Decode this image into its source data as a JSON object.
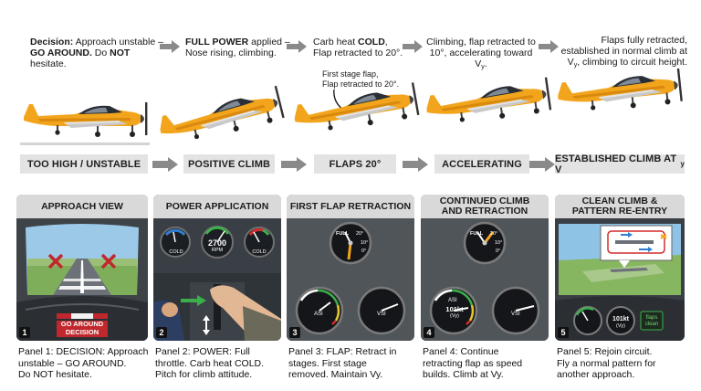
{
  "captions": {
    "c1_bold1": "Decision:",
    "c1_text1": " Approach unstable –",
    "c1_bold2": "GO AROUND.",
    "c1_text2": " Do ",
    "c1_bold3": "NOT",
    "c1_text3": " hesitate.",
    "c2_bold": "FULL POWER",
    "c2_text1": " applied –",
    "c2_text2": "Nose rising, climbing.",
    "c3_text1": "Carb heat ",
    "c3_bold": "COLD",
    "c3_text2": ",",
    "c3_text3": "Flap retracted to 20°.",
    "c3_note1": "First stage flap,",
    "c3_note2": "Flap retracted to 20°.",
    "c4_line1": "Climbing, flap retracted to",
    "c4_line2": "10°, accelerating toward V",
    "c4_sub": "y",
    "c4_end": ".",
    "c5_line1": "Flaps fully retracted,",
    "c5_line2": "established in normal climb at",
    "c5_line3a": "V",
    "c5_sub": "y",
    "c5_line3b": ", climbing to circuit height."
  },
  "stages": {
    "s1": "TOO HIGH / UNSTABLE",
    "s2": "POSITIVE CLIMB",
    "s3": "FLAPS 20°",
    "s4": "ACCELERATING",
    "s5": "ESTABLISHED CLIMB AT V",
    "s5_sub": "y"
  },
  "panels": {
    "p1": {
      "title": "APPROACH VIEW",
      "num": "1",
      "label1": "GO AROUND",
      "label2": "DECISION"
    },
    "p2": {
      "title": "POWER APPLICATION",
      "num": "2",
      "g1": "COLD",
      "g2_val": "2700",
      "g2_unit": "RPM",
      "g3": "COLD"
    },
    "p3": {
      "title": "FIRST FLAP RETRACTION",
      "num": "3",
      "flap_full": "FULL",
      "flap_20": "20°",
      "flap_10": "10°",
      "flap_0": "0°",
      "asi": "ASI",
      "vsi": "VSI"
    },
    "p4": {
      "title1": "CONTINUED CLIMB",
      "title2": "AND RETRACTION",
      "num": "4",
      "flap_full": "FULL",
      "flap_20": "20°",
      "flap_10": "10°",
      "flap_0": "0°",
      "asi": "ASI",
      "asi_val": "101kt",
      "asi_vy": "(Vy)",
      "vsi": "VSI"
    },
    "p5": {
      "title1": "CLEAN CLIMB &",
      "title2": "PATTERN RE-ENTRY",
      "num": "5",
      "asi_val": "101kt",
      "asi_vy": "(Vy)",
      "flaps1": "flaps",
      "flaps2": "clean"
    }
  },
  "descriptions": {
    "d1": [
      "Panel 1: DECISION: Approach",
      "unstable – GO AROUND.",
      "Do NOT hesitate."
    ],
    "d2": [
      "Panel 2: POWER: Full",
      "throttle. Carb heat COLD.",
      "Pitch for climb attitude."
    ],
    "d3": [
      "Panel 3: FLAP: Retract in",
      "stages. First stage",
      "removed. Maintain Vy."
    ],
    "d4": [
      "Panel 4: Continue",
      "retracting flap as speed",
      "builds. Climb at Vy."
    ],
    "d5": [
      "Panel 5: Rejoin circuit.",
      "Fly a normal pattern for",
      "another approach."
    ]
  },
  "colors": {
    "plane": "#f2a51c",
    "panel_bg": "#4a4f55",
    "stage_bg": "#e3e3e3",
    "title_bg": "#d9d9d9",
    "red": "#c0282d",
    "sky": "#8ec3e6"
  }
}
